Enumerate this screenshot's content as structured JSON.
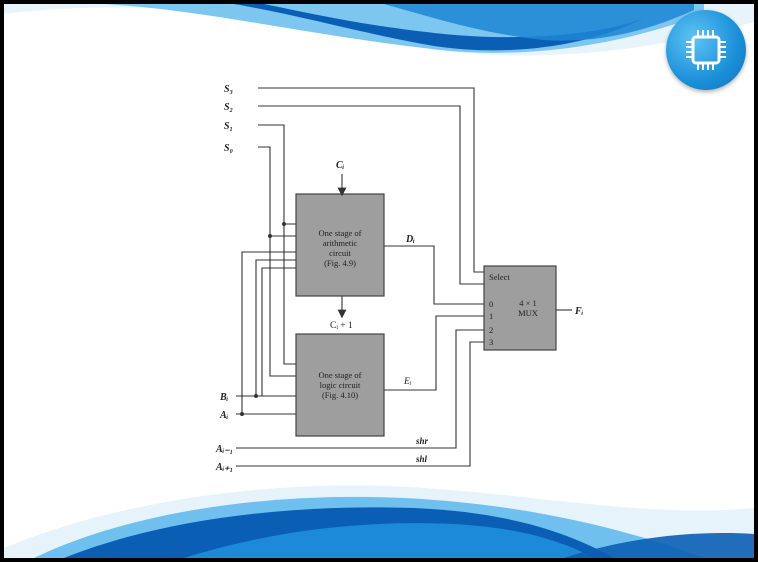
{
  "colors": {
    "slide_background": "#ffffff",
    "wave_dark": "#0a5fb4",
    "wave_light": "#6cc0f0",
    "box_fill": "#9e9e9e",
    "badge": "#1a8fd8"
  },
  "icons": {
    "badge": "chip-icon"
  },
  "diagram": {
    "inputs": {
      "s3": "S₃",
      "s2": "S₂",
      "s1": "S₁",
      "s0": "S₀",
      "bi": "Bᵢ",
      "ai": "Aᵢ",
      "a_im1": "Aᵢ₋₁",
      "a_ip1": "Aᵢ₊₁"
    },
    "carry_in": "Cᵢ",
    "carry_out": "Cᵢ + 1",
    "arith_block": {
      "lines": [
        "One stage of",
        "arithmetic",
        "circuit",
        "(Fig. 4.9)"
      ]
    },
    "logic_block": {
      "lines": [
        "One stage of",
        "logic circuit",
        "(Fig. 4.10)"
      ]
    },
    "d_label": "Dᵢ",
    "e_label": "Eᵢ",
    "mux": {
      "select_label": "Select",
      "title_lines": [
        "4 × 1",
        "MUX"
      ],
      "ports": [
        "0",
        "1",
        "2",
        "3"
      ]
    },
    "output": "Fᵢ",
    "shr": "shr",
    "shl": "shl"
  }
}
